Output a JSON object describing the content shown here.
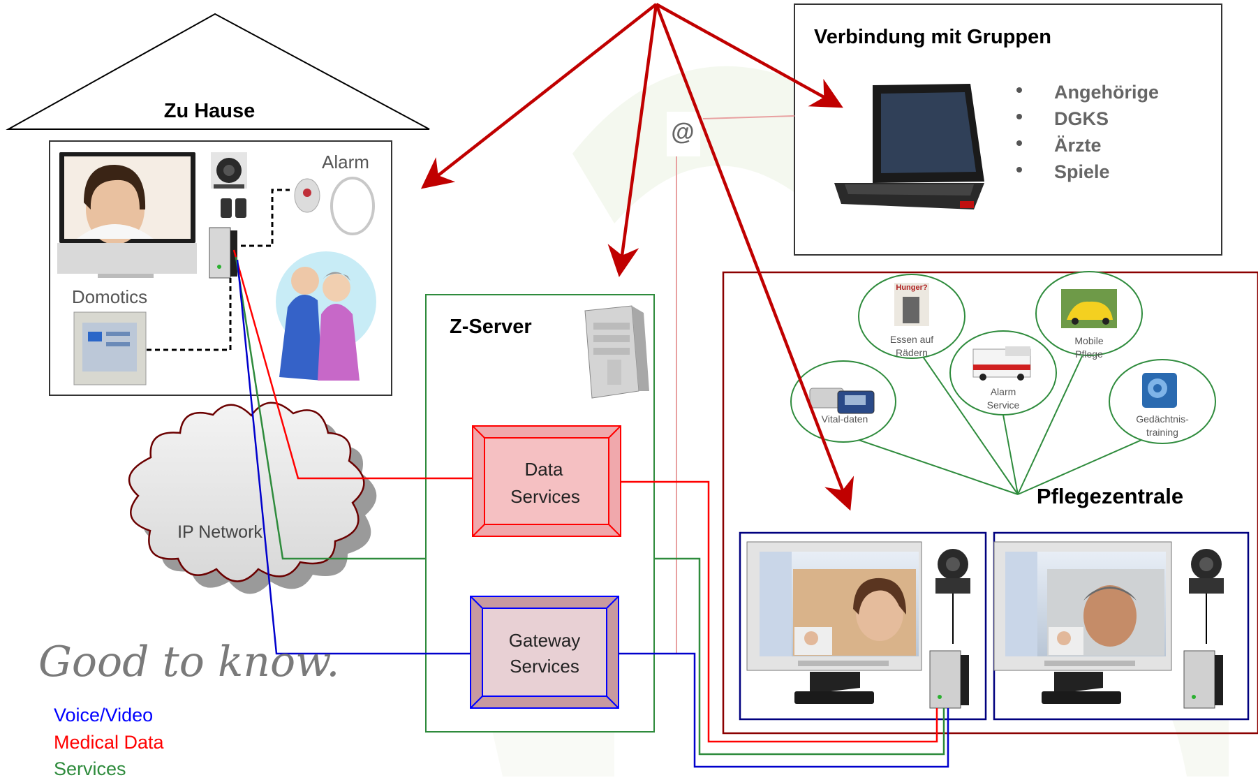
{
  "home": {
    "title": "Zu Hause",
    "alarm": "Alarm",
    "domotics": "Domotics"
  },
  "groups": {
    "title": "Verbindung mit Gruppen",
    "items": [
      "Angehörige",
      "DGKS",
      "Ärzte",
      "Spiele"
    ]
  },
  "at_symbol": "@",
  "server": {
    "title": "Z-Server",
    "data_line1": "Data",
    "data_line2": "Services",
    "gateway_line1": "Gateway",
    "gateway_line2": "Services"
  },
  "network": "IP Network",
  "care_center": {
    "title": "Pflegezentrale",
    "services": [
      {
        "line1": "Essen auf",
        "line2": "Rädern"
      },
      {
        "line1": "Mobile",
        "line2": "Pflege"
      },
      {
        "line1": "Alarm",
        "line2": "Service"
      },
      {
        "line1": "Vital-daten",
        "line2": ""
      },
      {
        "line1": "Gedächtnis-",
        "line2": "training"
      }
    ],
    "hunger_sign": "Hunger?"
  },
  "tagline": "Good to know.",
  "legend": [
    {
      "label": "Voice/Video",
      "color": "#0000ff"
    },
    {
      "label": "Medical Data",
      "color": "#ff0000"
    },
    {
      "label": "Services",
      "color": "#2e8b3c"
    }
  ],
  "colors": {
    "red_arrow": "#c00000",
    "data_line": "#ff0000",
    "voice_line": "#0000cc",
    "service_line": "#2e8b3c",
    "care_border": "#8b0000",
    "monitor_border": "#00007f"
  }
}
